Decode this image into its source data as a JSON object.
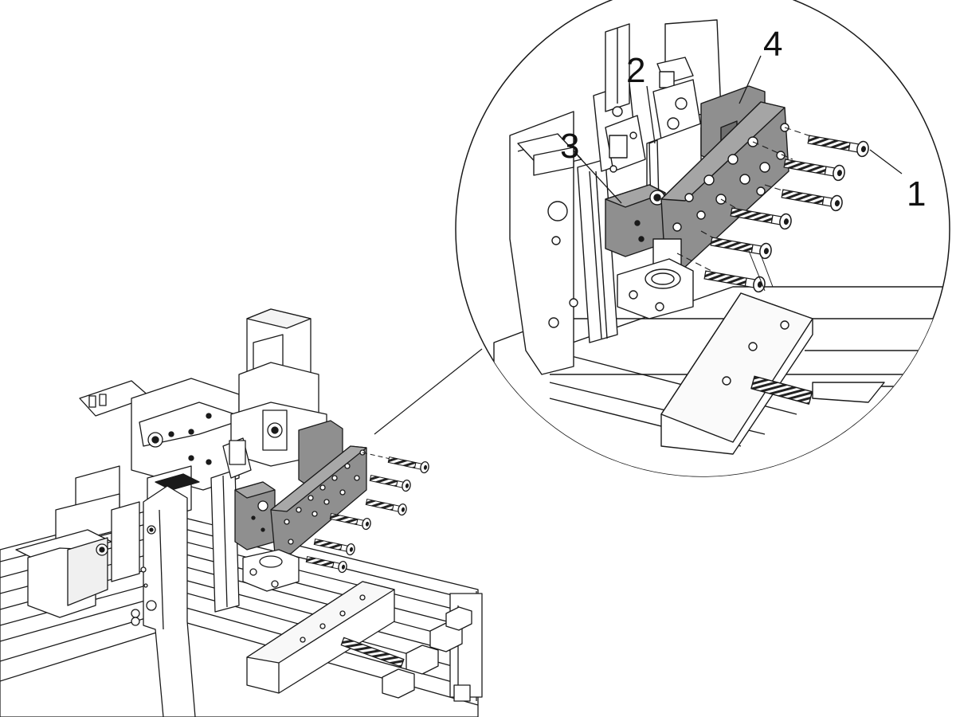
{
  "diagram": {
    "callouts": [
      {
        "id": "1",
        "label": "1"
      },
      {
        "id": "2",
        "label": "2"
      },
      {
        "id": "3",
        "label": "3"
      },
      {
        "id": "4",
        "label": "4"
      }
    ],
    "colors": {
      "line": "#1a1a1a",
      "part_fill": "#8f8f8f",
      "part_dark": "#6f6f6f",
      "metal_fill": "#f2f2f2",
      "background": "#ffffff"
    }
  }
}
